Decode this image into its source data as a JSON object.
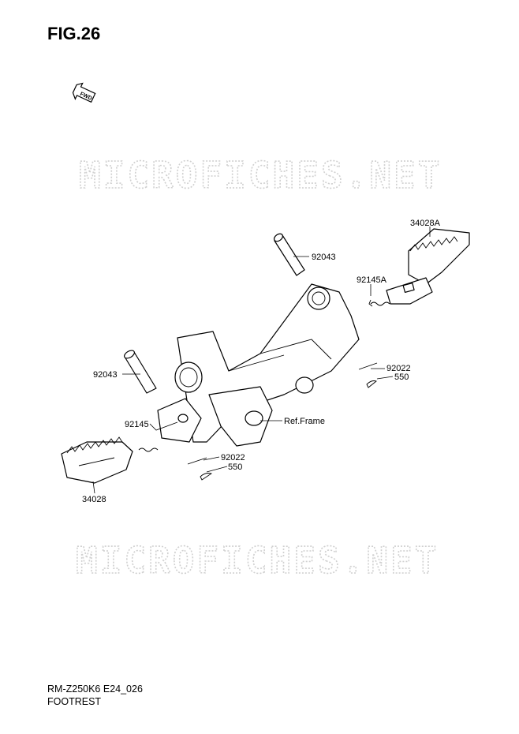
{
  "figure": {
    "title": "FIG.26"
  },
  "direction_badge": "FWD",
  "watermarks": [
    "MICROFICHES.NET",
    "MICROFICHES.NET"
  ],
  "callouts": {
    "footrest_right": "34028A",
    "pin_right": "92043",
    "spring_right": "92145A",
    "washer_right": "92022",
    "cotter_right": "550",
    "pin_left": "92043",
    "ref_frame": "Ref.Frame",
    "spring_left": "92145",
    "washer_left": "92022",
    "cotter_left": "550",
    "footrest_left": "34028"
  },
  "footer": {
    "model_code": "RM-Z250K6 E24_026",
    "section": "FOOTREST"
  }
}
